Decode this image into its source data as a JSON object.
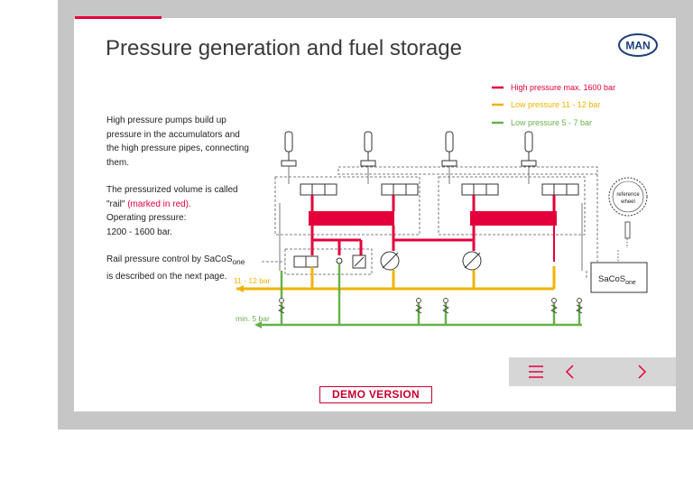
{
  "slide": {
    "title": "Pressure generation and fuel storage",
    "logo_text": "MAN",
    "paragraphs": {
      "p1": "High pressure pumps build up pressure in the accumulators and the high pressure pipes, connecting them.",
      "p2_a": "The pressurized volume is called \"rail\" ",
      "p2_red": "(marked in red).",
      "p2_b": "Operating pressure:",
      "p2_c": "1200 - 1600 bar.",
      "p3_a": "Rail pressure control by SaCoS",
      "p3_sub": "one",
      "p3_b": " is described on the next page."
    }
  },
  "legend": {
    "high": "High pressure max. 1600 bar",
    "low1": "Low pressure   11 - 12  bar",
    "low2": "Low pressure      5 - 7  bar"
  },
  "diagram": {
    "label_11_12": "11 - 12  bar",
    "label_min5": "min. 5  bar",
    "ref_wheel_1": "reference",
    "ref_wheel_2": "wheel",
    "sacos": "SaCoS",
    "sacos_sub": "one"
  },
  "nav": {
    "menu_icon": "menu-icon",
    "prev_icon": "chevron-left-icon",
    "next_icon": "chevron-right-icon"
  },
  "demo_label": "DEMO VERSION",
  "colors": {
    "high": "#e4003b",
    "low1": "#f0b400",
    "low2": "#6ab04c",
    "frame": "#c6c6c6",
    "nav": "#d6d6d6"
  }
}
